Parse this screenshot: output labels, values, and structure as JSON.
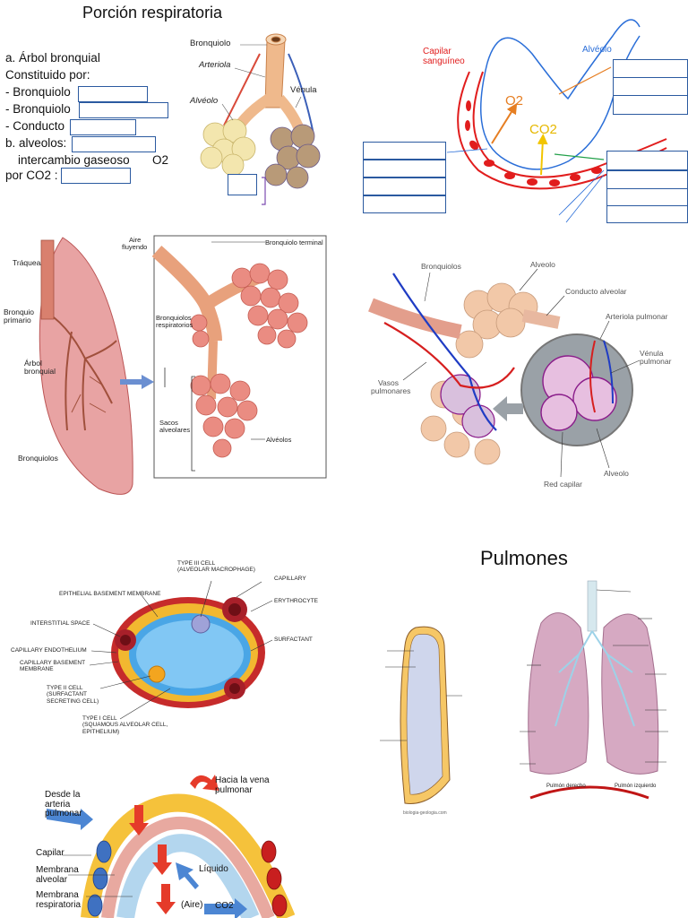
{
  "worksheet": {
    "title": "Porción respiratoria",
    "line_a": "a. Árbol bronquial",
    "line_constituido": "Constituido por:",
    "line_bronquiolo_1": "- Bronquiolo",
    "line_bronquiolo_2": "- Bronquiolo",
    "line_conducto": "- Conducto",
    "line_b": "b. alveolos:",
    "line_intercambio": "intercambio gaseoso",
    "line_o2": "O2",
    "line_por": "por CO2 :"
  },
  "fig_bronchiole_small": {
    "bronquiolo": "Bronquiolo",
    "arteriola": "Arteriola",
    "alveolo": "Alvéolo",
    "venula": "Vénula"
  },
  "fig_capillary": {
    "capilar_1": "Capilar",
    "capilar_2": "sanguíneo",
    "alveolo": "Alvéolo",
    "o2": "O2",
    "co2": "CO2",
    "colors": {
      "blood": "#e11d1d",
      "alveolus": "#2a6ed8",
      "o2": "#e67e22",
      "co2": "#f2c500",
      "green_arrow": "#22a04a"
    }
  },
  "fig_lung": {
    "traquea": "Tráquea",
    "bronquio_1": "Bronquio",
    "bronquio_2": "primario",
    "arbol_1": "Árbol",
    "arbol_2": "bronquial",
    "bronquiolos": "Bronquiolos",
    "aire_1": "Aire",
    "aire_2": "fluyendo",
    "bronquiolo_terminal": "Bronquiolo terminal",
    "bronq_resp_1": "Bronquiolos",
    "bronq_resp_2": "respiratorios",
    "sacos_1": "Sacos",
    "sacos_2": "alveolares",
    "alveolos": "Alvéolos"
  },
  "fig_alveoli_3d": {
    "bronquiolos": "Bronquiolos",
    "alveolo_top": "Alveolo",
    "conducto": "Conducto alveolar",
    "arteriola": "Arteriola pulmonar",
    "venula_1": "Vénula",
    "venula_2": "pulmonar",
    "vasos_1": "Vasos",
    "vasos_2": "pulmonares",
    "red_capilar": "Red capilar",
    "alveolo_bottom": "Alveolo"
  },
  "fig_cell": {
    "type3_1": "TYPE III CELL",
    "type3_2": "(ALVEOLAR MACROPHAGE)",
    "capillary": "CAPILLARY",
    "epithelial_bm": "EPITHELIAL BASEMENT MEMBRANE",
    "erythrocyte": "ERYTHROCYTE",
    "interstitial": "INTERSTITIAL SPACE",
    "surfactant": "SURFACTANT",
    "cap_endo": "CAPILLARY ENDOTHELIUM",
    "cap_bm_1": "CAPILLARY BASEMENT",
    "cap_bm_2": "MEMBRANE",
    "type2_1": "TYPE II CELL",
    "type2_2": "(SURFACTANT",
    "type2_3": "SECRETING CELL)",
    "type1_1": "TYPE I CELL",
    "type1_2": "(SQUAMOUS ALVEOLAR CELL,",
    "type1_3": "EPITHELIUM)"
  },
  "fig_pulmones": {
    "title": "Pulmones",
    "pulmon_derecho": "Pulmón derecho",
    "pulmon_izquierdo": "Pulmón izquierdo",
    "credit": "biologia-geologia.com"
  },
  "fig_exchange": {
    "desde_1": "Desde la",
    "desde_2": "arteria",
    "desde_3": "pulmonar",
    "hacia_1": "Hacia la vena",
    "hacia_2": "pulmonar",
    "capilar": "Capilar",
    "membrana_alv_1": "Membrana",
    "membrana_alv_2": "alveolar",
    "membrana_resp_1": "Membrana",
    "membrana_resp_2": "respiratoria",
    "liquido": "Líquido",
    "aire": "(Aire)",
    "co2": "CO2"
  }
}
